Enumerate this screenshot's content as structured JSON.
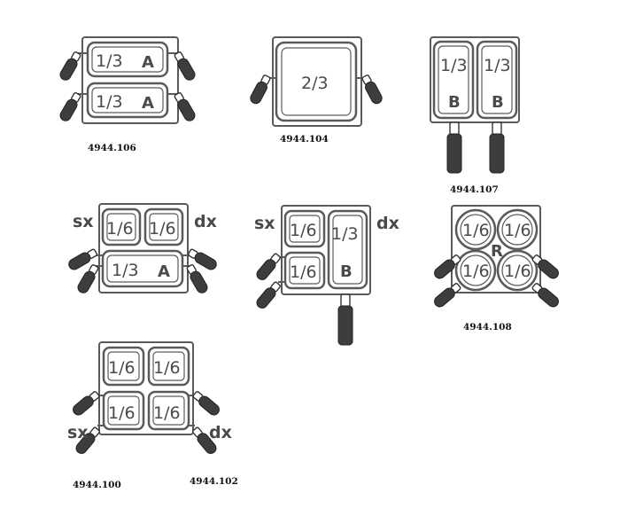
{
  "diagram_1": {
    "code": "4944.106",
    "pans": [
      {
        "size": "1/3",
        "letter": "A"
      },
      {
        "size": "1/3",
        "letter": "A"
      }
    ]
  },
  "diagram_2": {
    "code": "4944.104",
    "pans": [
      {
        "size": "2/3"
      }
    ]
  },
  "diagram_3": {
    "code": "4944.107",
    "pans": [
      {
        "size": "1/3",
        "letter": "B"
      },
      {
        "size": "1/3",
        "letter": "B"
      }
    ]
  },
  "diagram_4": {
    "left": "sx",
    "right": "dx",
    "pans": [
      {
        "size": "1/6"
      },
      {
        "size": "1/6"
      },
      {
        "size": "1/3",
        "letter": "A"
      }
    ]
  },
  "diagram_5": {
    "left": "sx",
    "right": "dx",
    "pans": [
      {
        "size": "1/6"
      },
      {
        "size": "1/6"
      },
      {
        "size": "1/3",
        "letter": "B"
      }
    ]
  },
  "diagram_6": {
    "code": "4944.108",
    "letter": "R",
    "pans": [
      {
        "size": "1/6"
      },
      {
        "size": "1/6"
      },
      {
        "size": "1/6"
      },
      {
        "size": "1/6"
      }
    ]
  },
  "diagram_7": {
    "left": "sx",
    "right": "dx",
    "code_left": "4944.100",
    "code_right": "4944.102",
    "pans": [
      {
        "size": "1/6"
      },
      {
        "size": "1/6"
      },
      {
        "size": "1/6"
      },
      {
        "size": "1/6"
      }
    ]
  }
}
